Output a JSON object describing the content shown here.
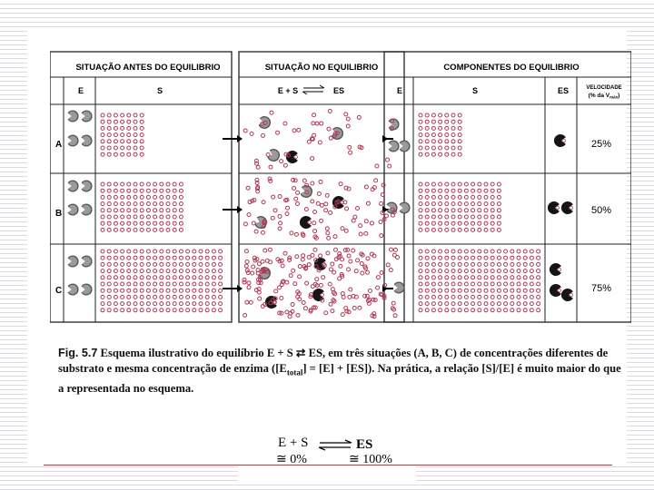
{
  "figure": {
    "header_before": "SITUAÇÃO ANTES DO EQUILIBRIO",
    "header_at": "SITUAÇÃO NO EQUILIBRIO",
    "header_components": "COMPONENTES DO EQUILIBRIO",
    "col_e": "E",
    "col_s": "S",
    "col_reaction_left": "E + S",
    "col_reaction_right": "ES",
    "col_es": "ES",
    "col_velocity_line1": "VELOCIDADE",
    "col_velocity_line2": "(% da V",
    "col_velocity_sub": "máx",
    "col_velocity_end": ")",
    "rows": [
      {
        "label": "A",
        "velocity": "25%"
      },
      {
        "label": "B",
        "velocity": "50%"
      },
      {
        "label": "C",
        "velocity": "75%"
      }
    ],
    "colors": {
      "line": "#222222",
      "substrate": "#b03a55",
      "enzyme_free": "#3a3a3a",
      "enzyme_bound": "#1a1a1a"
    }
  },
  "caption": {
    "lead": "Fig. 5.7",
    "text": " Esquema ilustrativo do equilíbrio E + S ⇄ ES, em três situações (A, B, C) de concentrações diferentes de substrato e mesma concentração de enzima ([E",
    "sub": "total",
    "text2": "] = [E] + [ES]). Na prática, a relação [S]/[E] é muito maior do que a representada no esquema."
  },
  "equation": {
    "left": "E + S",
    "right": "ES",
    "left_pct": "≅ 0%",
    "right_pct": "≅ 100%"
  }
}
